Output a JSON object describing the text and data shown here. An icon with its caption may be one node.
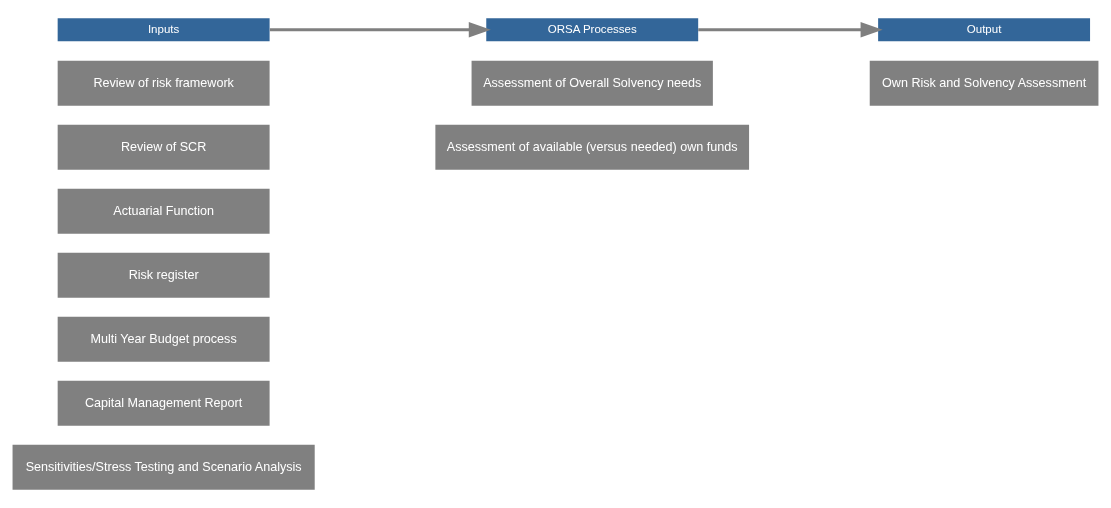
{
  "diagram": {
    "nodes": [
      {
        "text": [
          "Inputs"
        ]
      },
      {
        "text": [
          "Review of risk framework"
        ]
      },
      {
        "text": [
          "Review of SCR"
        ]
      },
      {
        "text": [
          "Actuarial Function"
        ]
      },
      {
        "text": [
          "Risk register"
        ]
      },
      {
        "text": [
          "Multi Year Budget process"
        ]
      },
      {
        "text": [
          "Capital Management Report"
        ]
      },
      {
        "text": [
          "Sensitivities/Stress Testing and Scenario Analysis"
        ]
      },
      {
        "text": [
          "ORSA Processes"
        ]
      },
      {
        "text": [
          "Assessment of Overall Solvency needs"
        ]
      },
      {
        "text": [
          "Assessment of available (versus needed) own funds"
        ]
      },
      {
        "text": [
          "Output"
        ]
      },
      {
        "text": [
          "Own Risk and Solvency Assessment"
        ]
      }
    ],
    "edges": [
      {
        "from": 0,
        "to": 8,
        "arrow": "to"
      },
      {
        "from": 8,
        "to": 11,
        "arrow": "to"
      }
    ]
  }
}
